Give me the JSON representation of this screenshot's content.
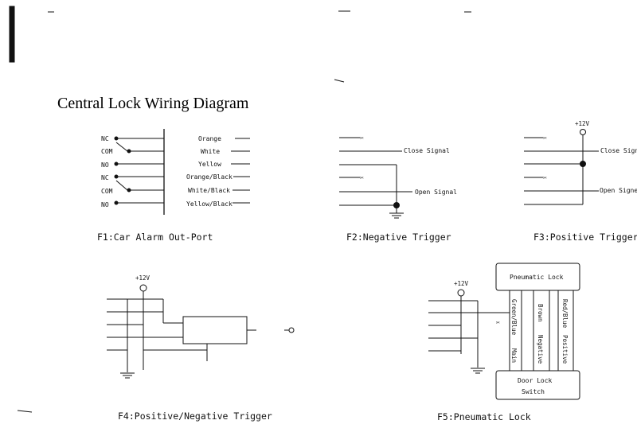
{
  "title": "Central Lock Wiring Diagram",
  "f1": {
    "caption": "F1:Car Alarm Out-Port",
    "terminals": [
      "NC",
      "COM",
      "NO",
      "NC",
      "COM",
      "NO"
    ],
    "wires": [
      "Orange",
      "White",
      "Yellow",
      "Orange/Black",
      "White/Black",
      "Yellow/Black"
    ]
  },
  "f2": {
    "caption": "F2:Negative Trigger",
    "close_signal": "Close Signal",
    "open_signal": "Open Signal"
  },
  "f3": {
    "caption": "F3:Positive Trigger",
    "supply": "+12V",
    "close_signal": "Close Sign",
    "open_signal": "Open Signe"
  },
  "f4": {
    "caption": "F4:Positive/Negative Trigger",
    "supply": "+12V"
  },
  "f5": {
    "caption": "F5:Pneumatic Lock",
    "supply": "+12V",
    "pneumatic_lock": "Pneumatic Lock",
    "door_lock": "Door Lock",
    "switch": "Switch",
    "wire_green_blue": "Green/Blue",
    "wire_brown": "Brown",
    "wire_red_blue": "Red/Blue",
    "label_main": "Main",
    "label_negative": "Negative",
    "label_positive": "Positive"
  }
}
